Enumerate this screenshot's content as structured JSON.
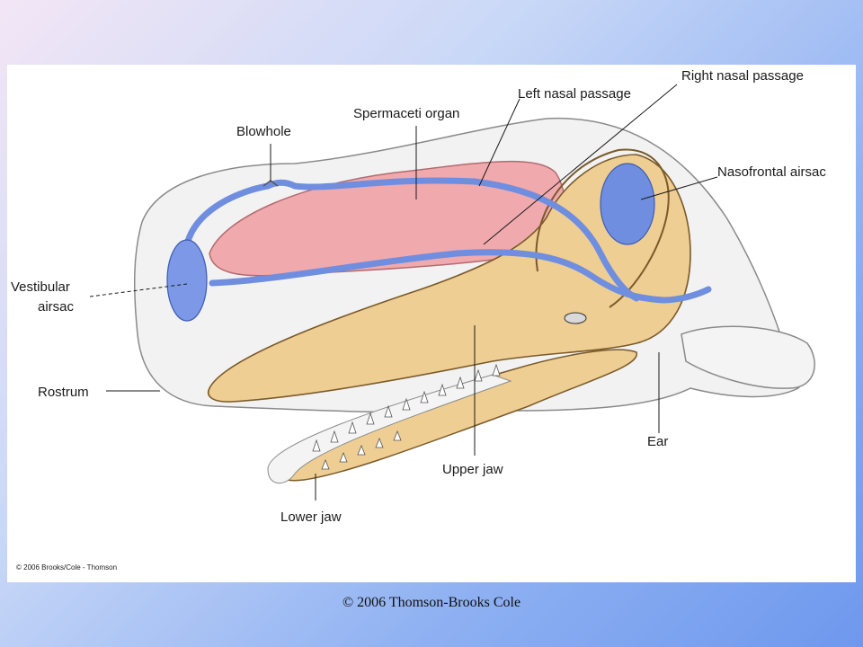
{
  "figure": {
    "labels": {
      "right_nasal_passage": "Right nasal passage",
      "left_nasal_passage": "Left nasal passage",
      "spermaceti_organ": "Spermaceti organ",
      "blowhole": "Blowhole",
      "nasofrontal_airsac": "Nasofrontal airsac",
      "vestibular_line1": "Vestibular",
      "vestibular_line2": "airsac",
      "rostrum": "Rostrum",
      "ear": "Ear",
      "upper_jaw": "Upper jaw",
      "lower_jaw": "Lower jaw"
    },
    "inner_credit": "© 2006 Brooks/Cole - Thomson",
    "colors": {
      "body_fill": "#f2f2f2",
      "body_outline": "#8a8a8a",
      "spermaceti_fill": "#f0a9ad",
      "nasal_fill": "#6f8ee0",
      "bone_fill": "#efce93",
      "bone_outline": "#7a5a2a"
    }
  },
  "footer": {
    "text": "© 2006 Thomson-Brooks Cole"
  }
}
